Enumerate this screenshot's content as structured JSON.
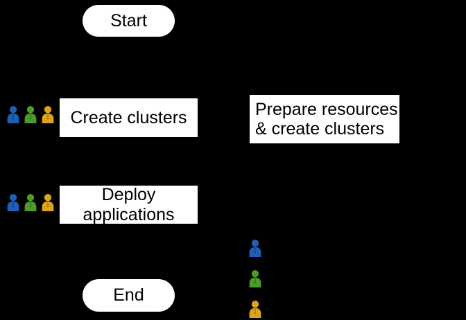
{
  "diagram": {
    "type": "flowchart",
    "background_color": "#000000",
    "node_fill_color": "#ffffff",
    "node_text_color": "#000000",
    "nodes": [
      {
        "id": "start",
        "label": "Start",
        "shape": "stadium",
        "align": "center"
      },
      {
        "id": "create_clusters",
        "label": "Create clusters",
        "shape": "rectangle",
        "align": "center"
      },
      {
        "id": "prepare_resources",
        "label": "Prepare resources\n& create clusters",
        "shape": "rectangle",
        "align": "left"
      },
      {
        "id": "deploy_applications",
        "label": "Deploy\napplications",
        "shape": "rectangle",
        "align": "center"
      },
      {
        "id": "end",
        "label": "End",
        "shape": "stadium",
        "align": "center"
      }
    ]
  },
  "actors": {
    "colors": {
      "blue": "#1F60B5",
      "green": "#4C9A2A",
      "yellow": "#DBA41A"
    },
    "create_clusters_row": [
      {
        "name": "actor-blue",
        "color": "#1F60B5"
      },
      {
        "name": "actor-green",
        "color": "#4C9A2A"
      },
      {
        "name": "actor-yellow",
        "color": "#DBA41A"
      }
    ],
    "deploy_applications_row": [
      {
        "name": "actor-blue",
        "color": "#1F60B5"
      },
      {
        "name": "actor-green",
        "color": "#4C9A2A"
      },
      {
        "name": "actor-yellow",
        "color": "#DBA41A"
      }
    ],
    "legend_column": [
      {
        "name": "actor-blue",
        "color": "#1F60B5"
      },
      {
        "name": "actor-green",
        "color": "#4C9A2A"
      },
      {
        "name": "actor-yellow",
        "color": "#DBA41A"
      }
    ]
  }
}
